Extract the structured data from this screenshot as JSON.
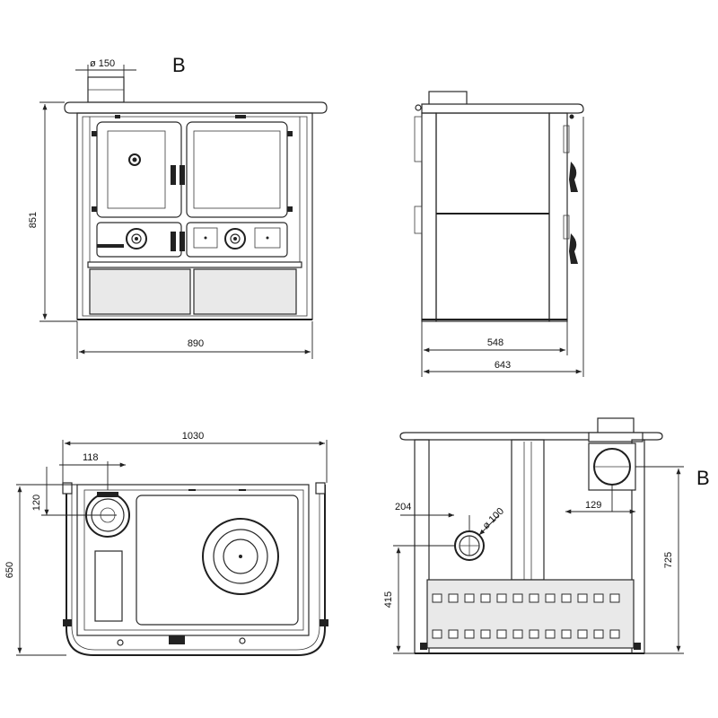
{
  "labels": {
    "b_top": "B",
    "b_right": "B"
  },
  "front_view": {
    "flue": "ø    150",
    "height": "851",
    "width": "890"
  },
  "side_view": {
    "inner_depth": "548",
    "depth": "643"
  },
  "top_view": {
    "width": "1030",
    "flue_offset_x": "118",
    "flue_offset_y": "120",
    "depth": "650"
  },
  "rear_view": {
    "offset_left": "204",
    "diameter": "ø 100",
    "offset_right": "129",
    "height_low": "415",
    "height_high": "725"
  }
}
